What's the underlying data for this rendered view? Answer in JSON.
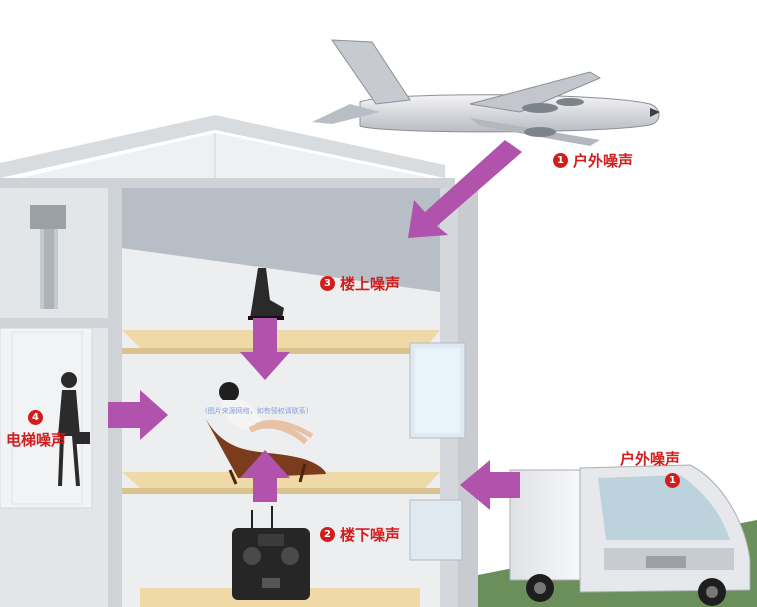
{
  "labels": {
    "outdoor_top": {
      "number": "1",
      "text": "户外噪声"
    },
    "upstairs": {
      "number": "3",
      "text": "楼上噪声"
    },
    "downstairs": {
      "number": "2",
      "text": "楼下噪声"
    },
    "elevator": {
      "number": "4",
      "text": "电梯噪声"
    },
    "outdoor_right": {
      "number": "1",
      "text": "户外噪声"
    }
  },
  "colors": {
    "arrow": "#b152ad",
    "label_red": "#d21d1d",
    "floor_slab": "#efd9a6",
    "wall": "#e6e9ec"
  }
}
